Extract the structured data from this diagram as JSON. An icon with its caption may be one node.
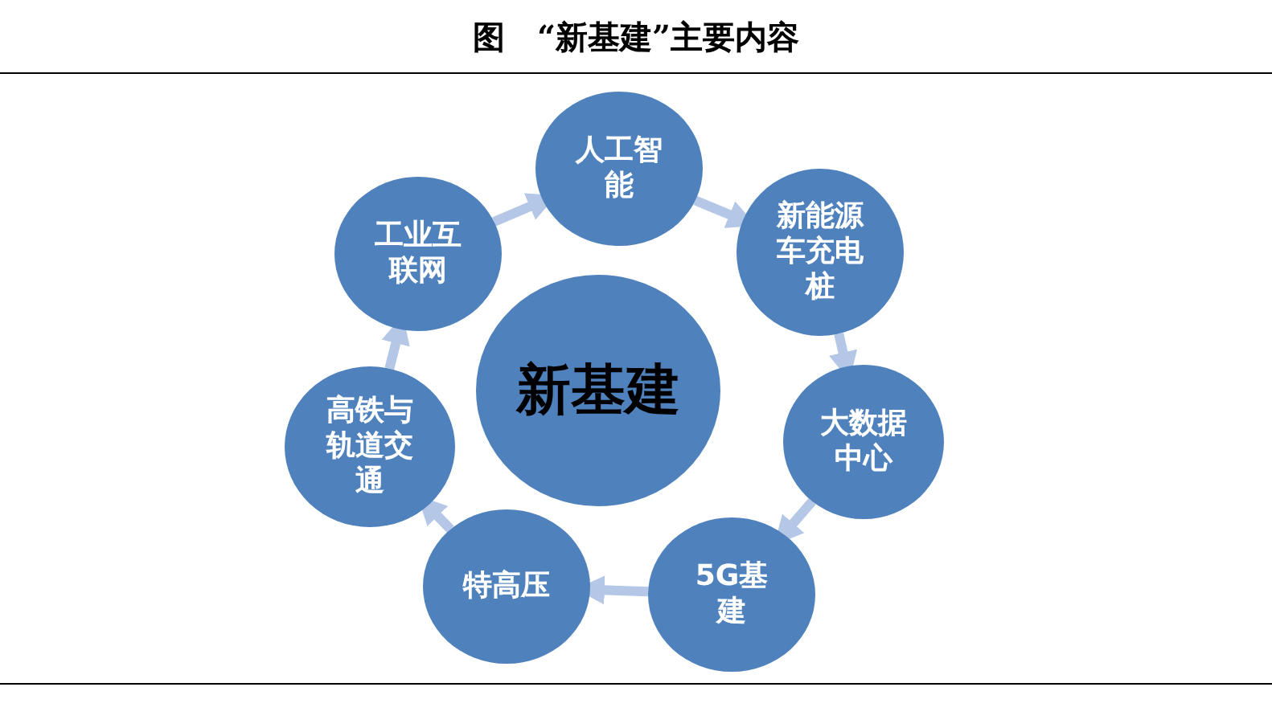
{
  "diagram": {
    "title": "图　“新基建”主要内容",
    "nodes": [
      {
        "text": [
          "新基建"
        ]
      },
      {
        "text": [
          "人工智能"
        ]
      },
      {
        "text": [
          "新能源车充电桩"
        ]
      },
      {
        "text": [
          "大数据中心"
        ]
      },
      {
        "text": [
          "5G基建"
        ]
      },
      {
        "text": [
          "特高压"
        ]
      },
      {
        "text": [
          "高铁与轨道交通"
        ]
      },
      {
        "text": [
          "工业互联网"
        ]
      }
    ],
    "edges": [
      {
        "from": 1,
        "to": 2,
        "arrow": "to"
      },
      {
        "from": 2,
        "to": 3,
        "arrow": "to"
      },
      {
        "from": 3,
        "to": 4,
        "arrow": "to"
      },
      {
        "from": 4,
        "to": 5,
        "arrow": "to"
      },
      {
        "from": 5,
        "to": 6,
        "arrow": "to"
      },
      {
        "from": 6,
        "to": 7,
        "arrow": "to"
      },
      {
        "from": 7,
        "to": 1,
        "arrow": "to"
      }
    ]
  }
}
